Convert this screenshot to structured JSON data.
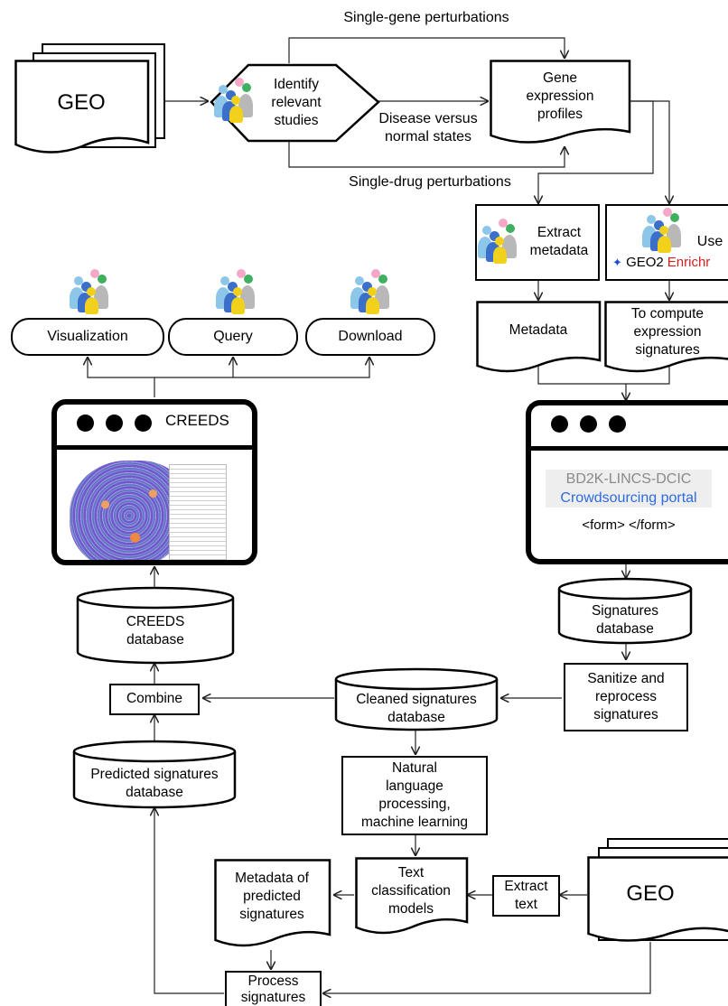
{
  "nodes": {
    "geo_top": "GEO",
    "identify": [
      "Identify",
      "relevant",
      "studies"
    ],
    "gene_expr": [
      "Gene",
      "expression",
      "profiles"
    ],
    "extract_meta": [
      "Extract",
      "metadata"
    ],
    "use_geo2enrichr": {
      "use": "Use",
      "geo2": "GEO2",
      "enrichr": "Enrichr"
    },
    "metadata": "Metadata",
    "compute_sig": [
      "To compute",
      "expression",
      "signatures"
    ],
    "visualization": "Visualization",
    "query": "Query",
    "download": "Download",
    "creeds_window": "CREEDS",
    "portal": {
      "line1": "BD2K-LINCS-DCIC",
      "line2": "Crowdsourcing portal",
      "line3": "<form> </form>"
    },
    "creeds_db": [
      "CREEDS",
      "database"
    ],
    "signatures_db": [
      "Signatures",
      "database"
    ],
    "sanitize": [
      "Sanitize and",
      "reprocess",
      "signatures"
    ],
    "combine": "Combine",
    "cleaned_db": [
      "Cleaned signatures",
      "database"
    ],
    "predicted_db": [
      "Predicted signatures",
      "database"
    ],
    "nlp": [
      "Natural",
      "language",
      "processing,",
      "machine learning"
    ],
    "text_models": [
      "Text",
      "classification",
      "models"
    ],
    "extract_text": [
      "Extract",
      "text"
    ],
    "geo_bottom": "GEO",
    "meta_predicted": [
      "Metadata of",
      "predicted",
      "signatures"
    ],
    "process": [
      "Process",
      "signatures"
    ]
  },
  "edge_labels": {
    "single_gene": "Single-gene perturbations",
    "disease_normal": [
      "Disease versus",
      "normal states"
    ],
    "single_drug": "Single-drug perturbations"
  },
  "colors": {
    "enrichr_red": "#d42020",
    "geo2_blue": "#1a4fd6",
    "portal_gray": "#8a8a8a",
    "portal_blue": "#2d6be0"
  },
  "icons": [
    "people-crowd-icon",
    "browser-window-icon",
    "network-graph-icon"
  ]
}
